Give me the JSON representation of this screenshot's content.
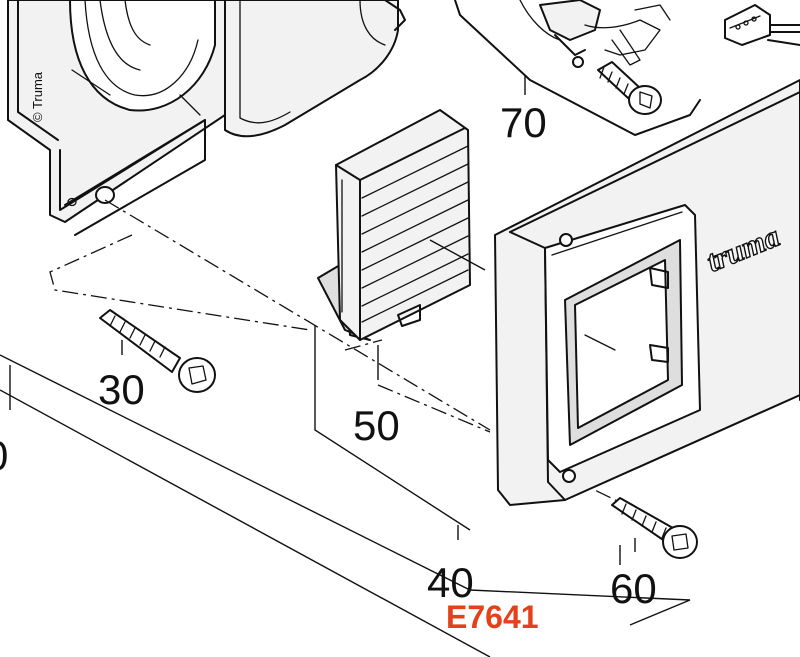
{
  "copyright": "© Truma",
  "brand_logo": "truma",
  "parts": {
    "p70": "70",
    "p30": "30",
    "p50": "50",
    "p60": "60",
    "p40": "40",
    "p_partial": "0"
  },
  "highlight": {
    "number": "40",
    "code": "E7641",
    "number_color": "#f07d1e",
    "code_color": "#e4411b"
  }
}
